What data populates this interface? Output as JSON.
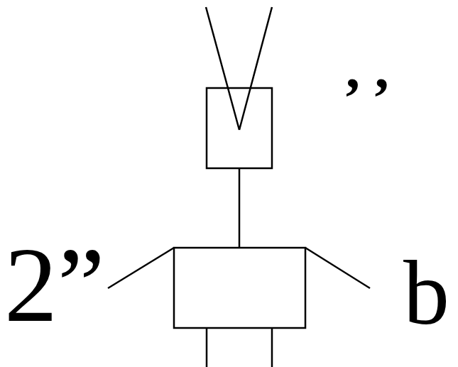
{
  "diagram": {
    "labels": [
      "’ ’",
      "2”",
      "b"
    ]
  }
}
